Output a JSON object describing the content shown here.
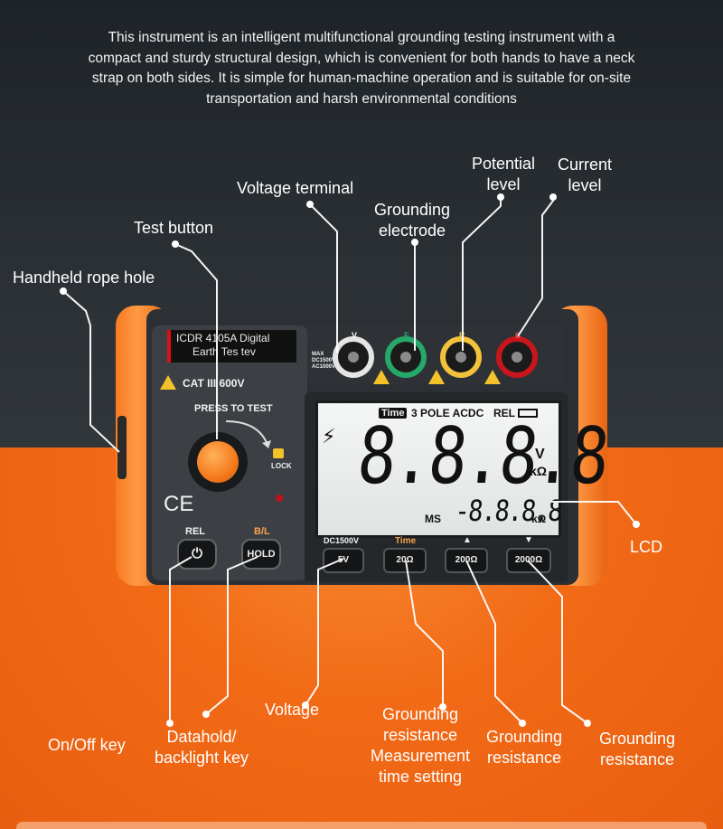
{
  "intro": "This instrument is an intelligent multifunctional grounding testing instrument with a compact and sturdy structural design, which is convenient for both hands to have a neck strap on both sides. It is simple for human-machine operation and is suitable for on-site transportation and harsh environmental conditions",
  "callouts": {
    "voltage_terminal": "Voltage terminal",
    "grounding_electrode_1": "Grounding",
    "grounding_electrode_2": "electrode",
    "potential_level_1": "Potential",
    "potential_level_2": "level",
    "current_level_1": "Current",
    "current_level_2": "level",
    "test_button": "Test button",
    "handheld_rope_hole": "Handheld rope hole",
    "lcd": "LCD",
    "on_off_key": "On/Off key",
    "datahold_1": "Datahold/",
    "datahold_2": "backlight key",
    "voltage": "Voltage",
    "time_setting_1": "Grounding",
    "time_setting_2": "resistance",
    "time_setting_3": "Measurement",
    "time_setting_4": "time setting",
    "grounding_resistance_a_1": "Grounding",
    "grounding_resistance_a_2": "resistance",
    "grounding_resistance_b_1": "Grounding",
    "grounding_resistance_b_2": "resistance"
  },
  "device": {
    "model_plate_1": "ICDR 4105A Digital",
    "model_plate_2": "Earth Tes tev",
    "cat_rating": "CAT III 600V",
    "press_to_test": "PRESS TO TEST",
    "lock": "LOCK",
    "ce_mark": "CE",
    "rel_label": "REL",
    "bl_label": "B/L",
    "hold_key": "HOLD",
    "max_rating_1": "MAX",
    "max_rating_2": "DC1500V",
    "max_rating_3": "AC1000V",
    "terminals": [
      "V",
      "E",
      "P",
      "C"
    ],
    "lcd_time": "Time",
    "lcd_mode": "3 POLE ACDC",
    "lcd_rel": "REL",
    "lcd_main_digits": "8.8.8.8",
    "lcd_sub_digits": "-8.8.8.8",
    "lcd_ms": "MS",
    "lcd_unit_v": "V",
    "lcd_unit_ohm": "kΩ",
    "lcd_sub_unit": "kΩ",
    "key_labels": {
      "dc1500v": "DC1500V",
      "time": "Time",
      "up": "▲",
      "down": "▼"
    },
    "keys": [
      "5V",
      "20Ω",
      "200Ω",
      "2000Ω"
    ]
  }
}
